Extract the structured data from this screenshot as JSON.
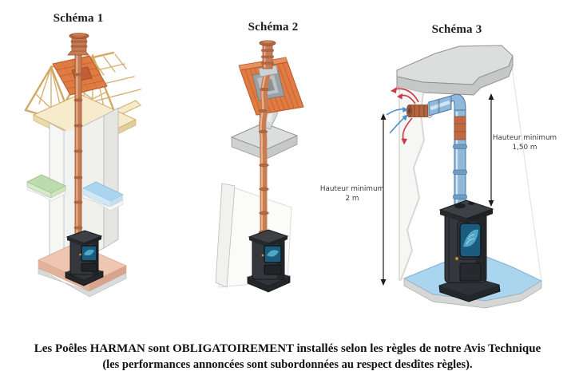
{
  "titles": {
    "schema1": "Schéma 1",
    "schema2": "Schéma 2",
    "schema3": "Schéma 3"
  },
  "labels": {
    "min_height_2m": {
      "line1": "Hauteur minimum",
      "line2": "2 m"
    },
    "min_height_150": {
      "line1": "Hauteur minimum",
      "line2": "1,50 m"
    }
  },
  "footer": {
    "line1": "Les Poêles HARMAN sont OBLIGATOIREMENT installés selon les règles de notre Avis Technique",
    "line2": "(les performances annoncées sont subordonnées au respect desdîtes règles)."
  },
  "colors": {
    "copper": "#c87c54",
    "copperDark": "#9a5836",
    "copperLight": "#ecbb97",
    "copperBand": "#b06845",
    "roofOrange": "#e07b42",
    "roofLine": "#b85a2e",
    "woodLine": "#d2a964",
    "woodFill": "#f6eccb",
    "wall": "#f6f6f4",
    "wallLine": "#b7b9b6",
    "greyTop": "#dcdedd",
    "greySide": "#c6c8c7",
    "greyLine": "#8f928f",
    "stove": "#34383d",
    "stoveDark": "#24272a",
    "windowBlue": "#1b5b7e",
    "windowGlow": "#55aecd",
    "pipeBlue": "#8fb8da",
    "pipeBlueDark": "#4d759c",
    "floorBlue": "#a9d5ef",
    "floorGreen": "#bcdcae",
    "floorSalmon": "#eec6b2",
    "arrowRed": "#cc3a48",
    "arrowBlue": "#4a90cc",
    "dim": "#1a1a1a"
  }
}
